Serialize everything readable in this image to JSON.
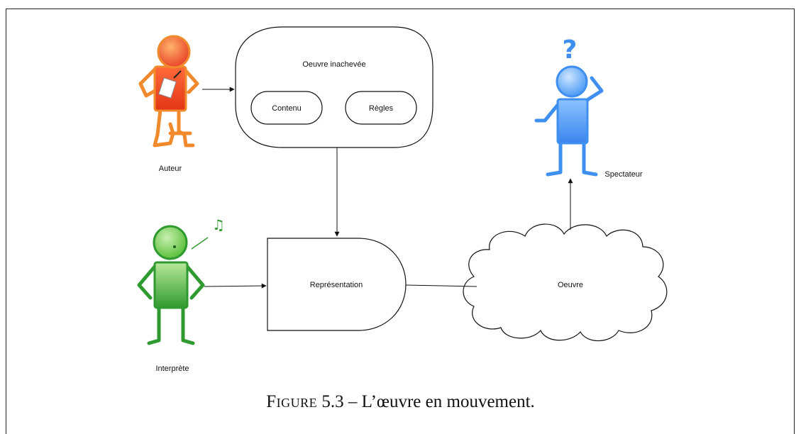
{
  "diagram": {
    "nodes": {
      "oeuvre_inachevee": "Oeuvre inachevée",
      "contenu": "Contenu",
      "regles": "Règles",
      "representation": "Représentation",
      "oeuvre": "Oeuvre"
    },
    "actors": {
      "auteur": "Auteur",
      "interprete": "Interprète",
      "spectateur": "Spectateur"
    },
    "glyphs": {
      "question_mark": "?",
      "music_note": "♫"
    },
    "colors": {
      "auteur": "#e8452a",
      "auteur_outline": "#f08a2c",
      "interprete": "#2f9a2f",
      "spectateur": "#3f8ff0",
      "stroke": "#111111"
    }
  },
  "caption": {
    "prefix": "Figure",
    "number": "5.3",
    "text": "– L’œuvre en mouvement."
  }
}
